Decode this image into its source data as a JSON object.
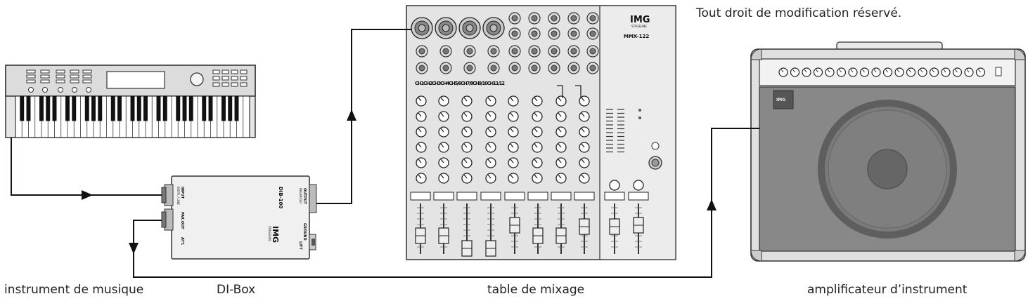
{
  "notice": "Tout droit de modification réservé.",
  "captions": {
    "keyboard": "instrument de musique",
    "dibox": "DI-Box",
    "mixer": "table de mixage",
    "amp": "amplificateur d’instrument"
  },
  "dibox": {
    "model": "DIB-100",
    "brand": "IMG",
    "brand_sub": "STAGELINE",
    "input_label": "INPUT",
    "input_sub": "INSTR. / LINE",
    "parallel_label": "PAR.OUT",
    "att_label": "ATT.",
    "output_label": "OUTPUT",
    "output_sub": "BALANCED",
    "ground_label": "GROUND",
    "lift_label": "LIFT"
  },
  "mixer": {
    "brand": "IMG",
    "brand_sub": "STAGELINE",
    "model": "MMX-122",
    "channel_labels": "CH1CH2CH3CH4CH5/6CH7/8CH9/10CH11/12"
  },
  "amp": {
    "brand": "IMG"
  }
}
